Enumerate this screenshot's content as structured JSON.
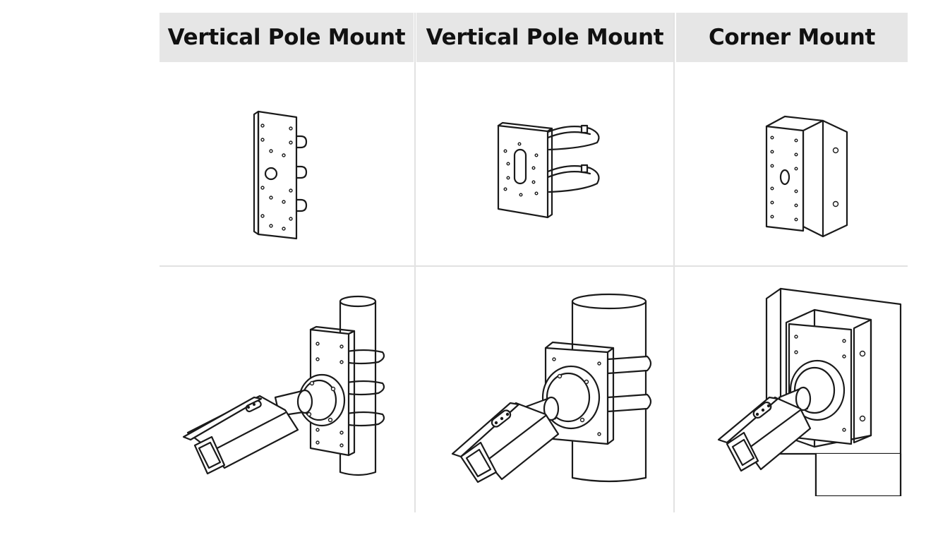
{
  "headers": [
    {
      "label": "Vertical Pole Mount"
    },
    {
      "label": "Vertical Pole Mount"
    },
    {
      "label": "Corner Mount"
    }
  ],
  "icons": {
    "col1_bracket": "pole-mount-bracket-icon",
    "col2_bracket": "pole-band-bracket-icon",
    "col3_bracket": "corner-mount-bracket-icon",
    "col1_install": "camera-on-pole-icon",
    "col2_install": "camera-on-pole-band-icon",
    "col3_install": "camera-on-corner-icon"
  },
  "colors": {
    "header_bg": "#e6e6e6",
    "line": "#1a1a1a",
    "grid": "#e2e2e2"
  }
}
